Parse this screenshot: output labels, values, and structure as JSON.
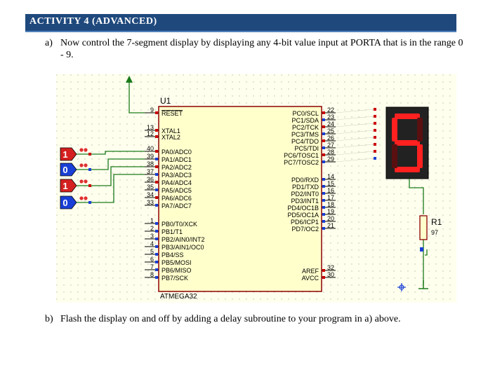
{
  "header": {
    "title": "ACTIVITY 4 (ADVANCED)"
  },
  "question_a": {
    "label": "a)",
    "text": "Now control the 7-segment display by displaying any 4-bit value input at PORTA that is in the range 0 - 9."
  },
  "question_b": {
    "label": "b)",
    "text": "Flash the display on and off by adding a delay subroutine to your program in a) above."
  },
  "schematic": {
    "chip": {
      "ref": "U1",
      "part": "ATMEGA32",
      "left_pins": [
        {
          "num": "9",
          "name": "RESET"
        },
        {
          "num": "13",
          "name": "XTAL1"
        },
        {
          "num": "12",
          "name": "XTAL2"
        },
        {
          "num": "40",
          "name": "PA0/ADC0"
        },
        {
          "num": "39",
          "name": "PA1/ADC1"
        },
        {
          "num": "38",
          "name": "PA2/ADC2"
        },
        {
          "num": "37",
          "name": "PA3/ADC3"
        },
        {
          "num": "36",
          "name": "PA4/ADC4"
        },
        {
          "num": "35",
          "name": "PA5/ADC5"
        },
        {
          "num": "34",
          "name": "PA6/ADC6"
        },
        {
          "num": "33",
          "name": "PA7/ADC7"
        },
        {
          "num": "1",
          "name": "PB0/T0/XCK"
        },
        {
          "num": "2",
          "name": "PB1/T1"
        },
        {
          "num": "3",
          "name": "PB2/AIN0/INT2"
        },
        {
          "num": "4",
          "name": "PB3/AIN1/OC0"
        },
        {
          "num": "5",
          "name": "PB4/SS"
        },
        {
          "num": "6",
          "name": "PB5/MOSI"
        },
        {
          "num": "7",
          "name": "PB6/MISO"
        },
        {
          "num": "8",
          "name": "PB7/SCK"
        }
      ],
      "right_pins": [
        {
          "num": "22",
          "name": "PC0/SCL"
        },
        {
          "num": "23",
          "name": "PC1/SDA"
        },
        {
          "num": "24",
          "name": "PC2/TCK"
        },
        {
          "num": "25",
          "name": "PC3/TMS"
        },
        {
          "num": "26",
          "name": "PC4/TDO"
        },
        {
          "num": "27",
          "name": "PC5/TDI"
        },
        {
          "num": "28",
          "name": "PC6/TOSC1"
        },
        {
          "num": "29",
          "name": "PC7/TOSC2"
        },
        {
          "num": "14",
          "name": "PD0/RXD"
        },
        {
          "num": "15",
          "name": "PD1/TXD"
        },
        {
          "num": "16",
          "name": "PD2/INT0"
        },
        {
          "num": "17",
          "name": "PD3/INT1"
        },
        {
          "num": "18",
          "name": "PD4/OC1B"
        },
        {
          "num": "19",
          "name": "PD5/OC1A"
        },
        {
          "num": "20",
          "name": "PD6/ICP1"
        },
        {
          "num": "21",
          "name": "PD7/OC2"
        },
        {
          "num": "32",
          "name": "AREF"
        },
        {
          "num": "30",
          "name": "AVCC"
        }
      ]
    },
    "logic_inputs": [
      "1",
      "0",
      "1",
      "0"
    ],
    "resistor": {
      "ref": "R1",
      "value": "97"
    },
    "display": {
      "digit": "5",
      "color": "#ff2020"
    },
    "colors": {
      "wire": "#1a7a1a",
      "chip": "#ffffcc",
      "chip_border": "#8b0000",
      "background": "#ffffee",
      "pin_high": "#cc0000",
      "pin_low": "#1a3fd6"
    }
  }
}
